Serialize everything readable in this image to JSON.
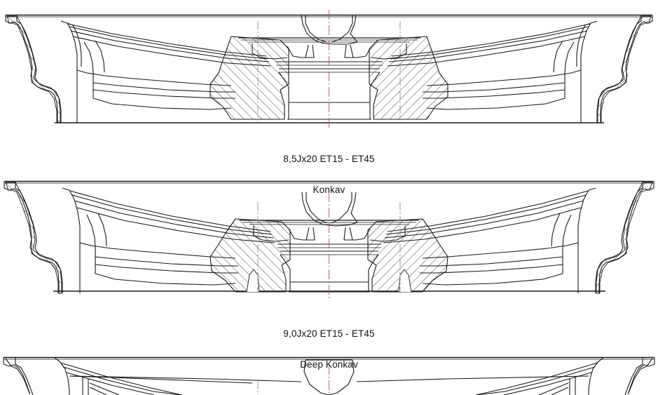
{
  "document": {
    "kind": "technical-drawing",
    "subject": "Alloy wheel rim cross-section profiles",
    "background_color": "#ffffff",
    "line_color": "#1a1a1a",
    "hatch_color": "#333333"
  },
  "drawings": [
    {
      "id": "drawing-1",
      "caption_line_1": "8,5Jx20 ET15 - ET45",
      "caption_line_2": "Konkav",
      "width_spec": "8,5J",
      "diameter_spec": "x20",
      "offset_spec": "ET15 - ET45",
      "profile_name": "Konkav"
    },
    {
      "id": "drawing-2",
      "caption_line_1": "9,0Jx20 ET15 - ET45",
      "caption_line_2": "Deep Konkav",
      "width_spec": "9,0J",
      "diameter_spec": "x20",
      "offset_spec": "ET15 - ET45",
      "profile_name": "Deep Konkav"
    },
    {
      "id": "drawing-3",
      "caption_line_1": "",
      "caption_line_2": "",
      "profile_name": ""
    }
  ]
}
